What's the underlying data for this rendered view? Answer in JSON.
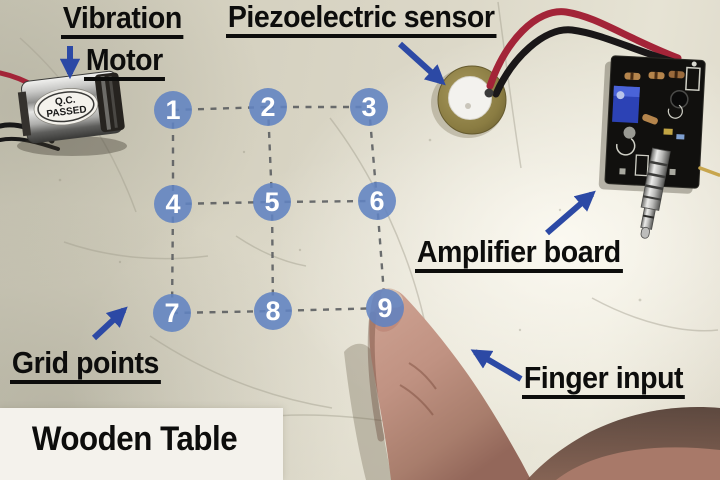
{
  "figure": {
    "annotations": {
      "vibration_line1": "Vibration",
      "vibration_line2": "Motor",
      "piezo_sensor": "Piezoelectric sensor",
      "amplifier_board": "Amplifier board",
      "grid_points": "Grid points",
      "finger_input": "Finger input",
      "wooden_table": "Wooden Table"
    },
    "grid_labels": [
      "1",
      "2",
      "3",
      "4",
      "5",
      "6",
      "7",
      "8",
      "9"
    ],
    "motor_sticker": {
      "line1": "Q.C.",
      "line2": "PASSED"
    },
    "colors": {
      "annotation_arrow": "#2c49a5",
      "grid_circle": "#6183c2",
      "grid_number": "#ffffff",
      "grid_dash": "#55585c",
      "label_text": "#0d0d0c",
      "table_box_bg": "#f4f2ec",
      "wire_red": "#a32438",
      "wire_black": "#1a1718",
      "piezo_brass": "#8a7c42",
      "pcb_black": "#11100e",
      "trimpot_blue": "#2c42b5"
    }
  }
}
